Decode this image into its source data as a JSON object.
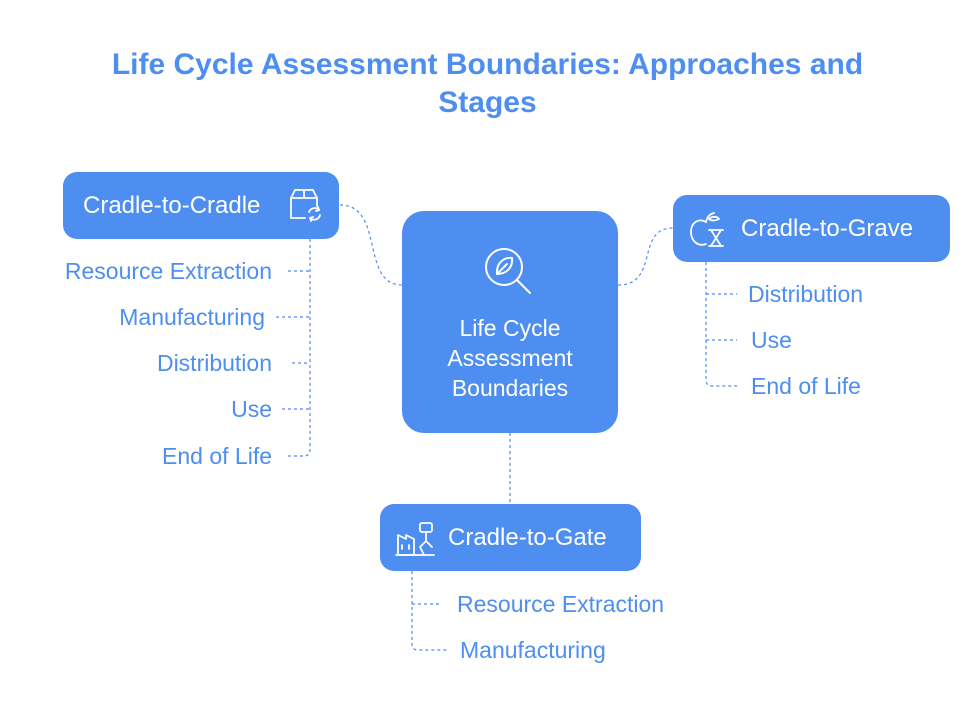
{
  "title": "Life Cycle Assessment Boundaries: Approaches and Stages",
  "center": {
    "label": "Life Cycle Assessment Boundaries",
    "icon": "leaf-magnifier-icon"
  },
  "cradle_to_cradle": {
    "label": "Cradle-to-Cradle",
    "icon": "box-recycle-icon",
    "items": [
      "Resource Extraction",
      "Manufacturing",
      "Distribution",
      "Use",
      "End of Life"
    ]
  },
  "cradle_to_grave": {
    "label": "Cradle-to-Grave",
    "icon": "apple-hourglass-icon",
    "items": [
      "Distribution",
      "Use",
      "End of Life"
    ]
  },
  "cradle_to_gate": {
    "label": "Cradle-to-Gate",
    "icon": "factory-worker-icon",
    "items": [
      "Resource Extraction",
      "Manufacturing"
    ]
  },
  "colors": {
    "accent": "#4d8ef0",
    "text_on_accent": "#ffffff"
  }
}
